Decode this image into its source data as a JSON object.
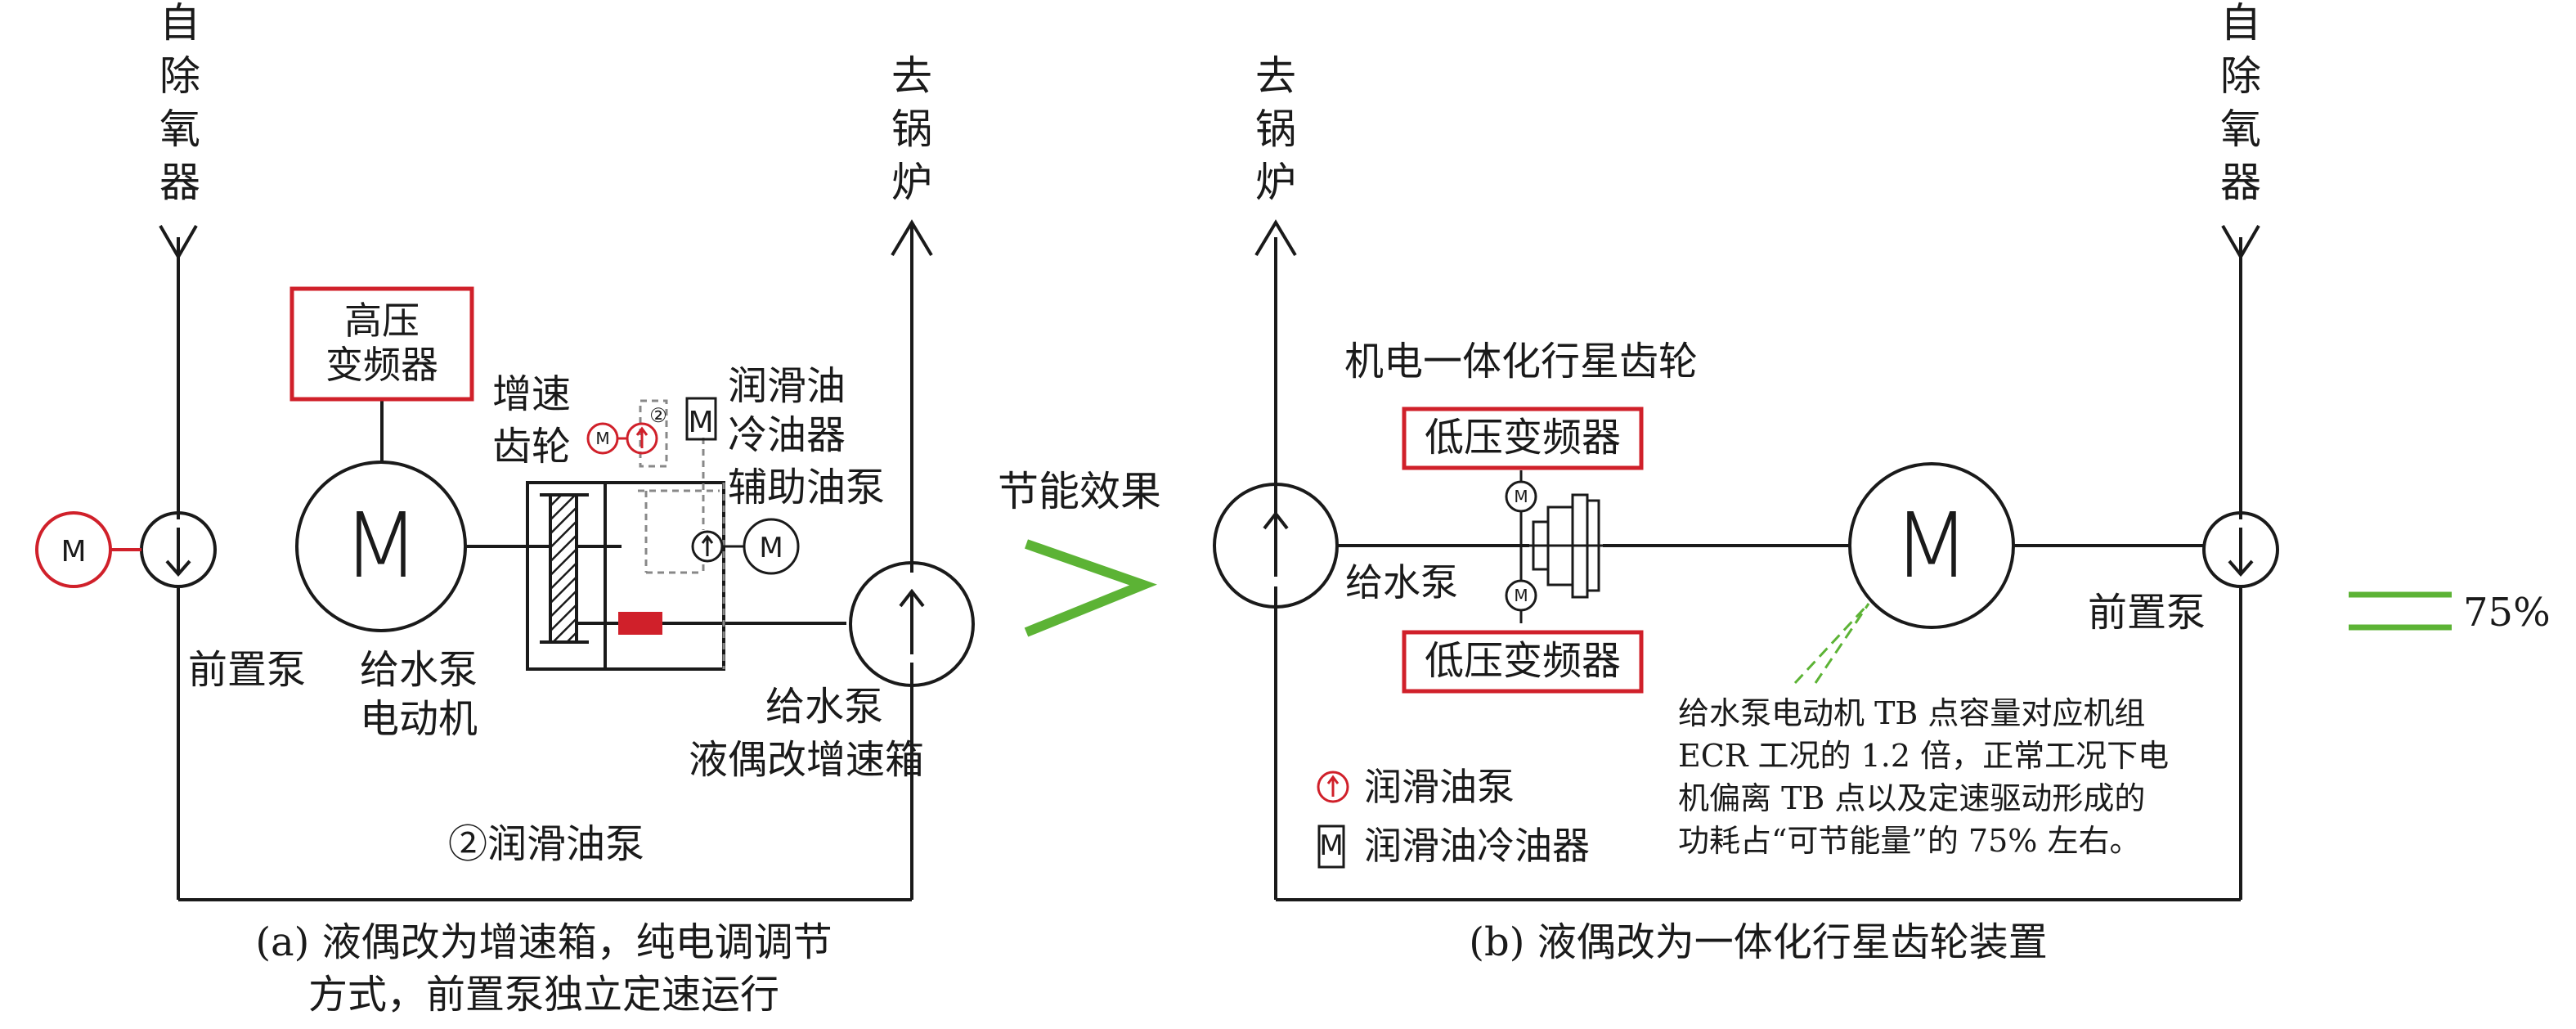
{
  "colors": {
    "line": "#1a1a1a",
    "red": "#d0202a",
    "green": "#5cb335",
    "dash_gray": "#888888"
  },
  "left": {
    "from_deaerator": [
      "自",
      "除",
      "氧",
      "器"
    ],
    "to_boiler": [
      "去",
      "锅",
      "炉"
    ],
    "hv_vfd": [
      "高压",
      "变频器"
    ],
    "gearbox_label": [
      "增速",
      "齿轮"
    ],
    "circled_two": "②",
    "oil_cooler": [
      "润滑油",
      "冷油器"
    ],
    "aux_oil_pump": "辅助油泵",
    "booster_pump": "前置泵",
    "fw_pump_motor": [
      "给水泵",
      "电动机"
    ],
    "fw_pump": [
      "给水泵",
      "液偶改增速箱"
    ],
    "lube_pump_note": "②润滑油泵",
    "caption": [
      "(a) 液偶改为增速箱，纯电调调节",
      "方式，前置泵独立定速运行"
    ]
  },
  "middle": {
    "effect_label": "节能效果"
  },
  "right": {
    "to_boiler": [
      "去",
      "锅",
      "炉"
    ],
    "from_deaerator": [
      "自",
      "除",
      "氧",
      "器"
    ],
    "planetary_title": "机电一体化行星齿轮",
    "lv_vfd_top": "低压变频器",
    "lv_vfd_bottom": "低压变频器",
    "fw_pump": "给水泵",
    "booster_pump": "前置泵",
    "note": [
      "给水泵电动机 TB 点容量对应机组",
      "ECR 工况的 1.2 倍，正常工况下电",
      "机偏离 TB 点以及定速驱动形成的",
      "功耗占“可节能量”的 75% 左右。"
    ],
    "legend_lube_pump": "润滑油泵",
    "legend_oil_cooler": "润滑油冷油器",
    "caption": "(b) 液偶改为一体化行星齿轮装置"
  },
  "equals_label": "75%",
  "icons": [
    "motor-M",
    "pump-down-arrow",
    "pump-up-arrow",
    "oil-cooler-M",
    "lube-pump-arrow",
    "planetary-gear"
  ]
}
